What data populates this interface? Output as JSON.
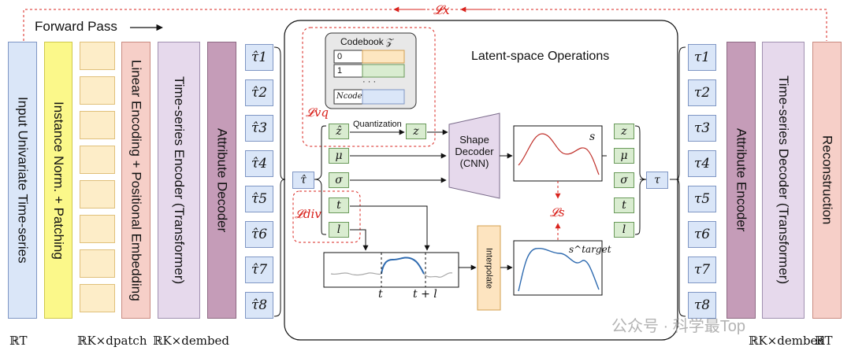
{
  "header": {
    "forward_pass": "Forward Pass",
    "loss_x": "𝓛x"
  },
  "encoder_side": {
    "input_label": "Input Univariate Time-series",
    "norm_label": "Instance Norm. + Patching",
    "linear_label": "Linear Encoding + Positional Embedding",
    "encoder_label": "Time-series Encoder (Transformer)",
    "attr_decoder_label": "Attribute Decoder",
    "tau_hat_tokens": [
      "τ̂1",
      "τ̂2",
      "τ̂3",
      "τ̂4",
      "τ̂5",
      "τ̂6",
      "τ̂7",
      "τ̂8"
    ]
  },
  "decoder_side": {
    "tau_tokens": [
      "τ1",
      "τ2",
      "τ3",
      "τ4",
      "τ5",
      "τ6",
      "τ7",
      "τ8"
    ],
    "attr_encoder_label": "Attribute Encoder",
    "decoder_label": "Time-series Decoder (Transformer)",
    "reconstruction_label": "Reconstruction"
  },
  "dims": {
    "input_dim": "ℝT",
    "patch_dim": "ℝK×dpatch",
    "embed_dim": "ℝK×dembed",
    "decoder_embed_dim": "ℝK×dembed",
    "output_dim": "ℝT"
  },
  "latent": {
    "title": "Latent-space Operations",
    "codebook": {
      "title": "Codebook 𝒵",
      "rows": [
        "0",
        "1",
        "Ncode"
      ],
      "ellipsis": "· · ·"
    },
    "loss_vq": "𝓛vq",
    "loss_div": "𝓛div",
    "loss_s": "𝓛s",
    "quantization": "Quantization",
    "tau_hat": "τ̂",
    "attributes": [
      "ẑ",
      "μ",
      "σ",
      "t",
      "l"
    ],
    "z_q": "z",
    "shape_decoder": "Shape Decoder (CNN)",
    "s_label": "s",
    "s_target_label": "s^target",
    "interpolate": "Interpolate",
    "t_label": "t",
    "tl_label": "t + l",
    "out_attributes": [
      "z",
      "μ",
      "σ",
      "t",
      "l"
    ],
    "tau_out": "τ"
  },
  "watermark": "公众号 · 科学最Top"
}
